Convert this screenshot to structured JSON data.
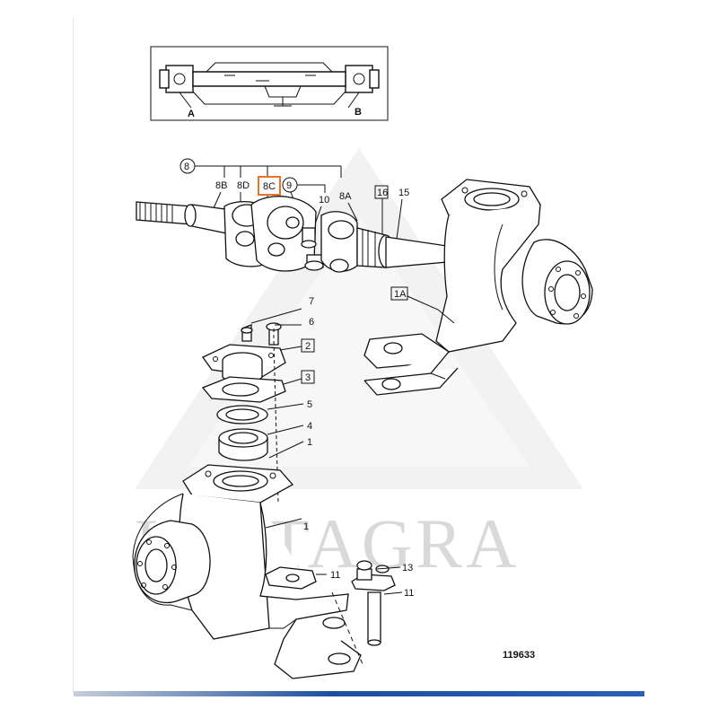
{
  "diagram": {
    "drawing_number": "119633",
    "watermark": "LM TAGRA",
    "inset_labels": [
      "A",
      "B"
    ],
    "highlight_color": "#e8742a",
    "callouts": {
      "c8": "8",
      "c8B": "8B",
      "c8D": "8D",
      "c8C": "8C",
      "c9": "9",
      "c10": "10",
      "c8A": "8A",
      "c16": "16",
      "c15": "15",
      "c1A": "1A",
      "c7": "7",
      "c6": "6",
      "c2": "2",
      "c3": "3",
      "c5": "5",
      "c4": "4",
      "c1a": "1",
      "c1b": "1",
      "c11a": "11",
      "c13": "13",
      "c11b": "11"
    }
  }
}
